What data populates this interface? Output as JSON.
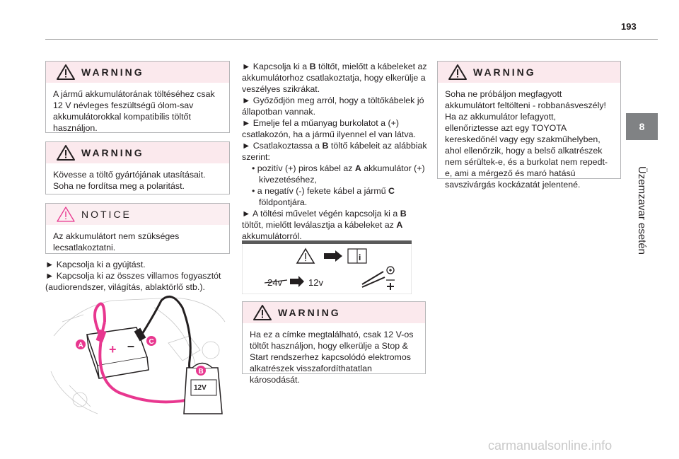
{
  "page": {
    "number": "193"
  },
  "chapter": {
    "number": "8",
    "title": "Üzemzavar esetén"
  },
  "left": {
    "warning1": {
      "title": "WARNING",
      "text": "A jármű akkumulátorának töltéséhez csak 12 V névleges feszültségű ólom-sav akkumulátorokkal kompatibilis töltőt használjon."
    },
    "warning2": {
      "title": "WARNING",
      "line1": "Kövesse a töltő gyártójának utasításait.",
      "line2": "Soha ne fordítsa meg a polaritást."
    },
    "notice": {
      "title": "NOTICE",
      "text": "Az akkumulátort nem szükséges lecsatlakoztatni."
    },
    "steps": [
      "► Kapcsolja ki a gyújtást.",
      "► Kapcsolja ki az összes villamos fogyasztót (audiorendszer, világítás, ablaktörlő stb.)."
    ],
    "illustration": {
      "label_a": "A",
      "label_b": "B",
      "label_c": "C",
      "charger_voltage": "12V"
    }
  },
  "middle": {
    "p1_pre": "► Kapcsolja ki a ",
    "p1_b": "B",
    "p1_post": " töltőt, mielőtt a kábeleket az akkumulátorhoz csatlakoztatja, hogy elkerülje a veszélyes szikrákat.",
    "p2": "► Győződjön meg arról, hogy a töltőkábelek jó állapotban vannak.",
    "p3": "► Emelje fel a műanyag burkolatot a (+) csatlakozón, ha a jármű ilyennel el van látva.",
    "p4_pre": "► Csatlakoztassa a ",
    "p4_b": "B",
    "p4_post": " töltő kábeleit az alábbiak szerint:",
    "b1_pre": "• pozitív (+) piros kábel az ",
    "b1_b": "A",
    "b1_post": " akkumulátor (+) kivezetéséhez,",
    "b2_pre": "• a negatív (-) fekete kábel a jármű ",
    "b2_b": "C",
    "b2_post": " földpontjára.",
    "p5_pre": "► A töltési művelet végén kapcsolja ki a ",
    "p5_b": "B",
    "p5_mid": " töltőt, mielőtt leválasztja a kábeleket az ",
    "p5_b2": "A",
    "p5_post": " akkumulátorról.",
    "label": {
      "v24": "24v",
      "v12": "12v"
    },
    "warning3": {
      "title": "WARNING",
      "text": "Ha ez a címke megtalálható, csak 12 V-os töltőt használjon, hogy elkerülje a Stop & Start rendszerhez kapcsolódó elektromos alkatrészek visszafordíthatatlan károsodását."
    }
  },
  "right": {
    "warning4": {
      "title": "WARNING",
      "line1": "Soha ne próbáljon megfagyott akkumulátort feltölteni - robbanásveszély!",
      "line2": "Ha az akkumulátor lefagyott, ellenőriztesse azt egy TOYOTA kereskedőnél vagy egy szakműhelyben, ahol ellenőrzik, hogy a belső alkatrészek nem sérültek-e, és a burkolat nem repedt-e, ami a mérgező és maró hatású savszivárgás kockázatát jelentené."
    }
  },
  "footer": {
    "watermark": "carmanualsonline.info"
  },
  "colors": {
    "warning_header": "#fbe9ed",
    "cable_pink": "#e8378f",
    "tab_gray": "#808284"
  }
}
